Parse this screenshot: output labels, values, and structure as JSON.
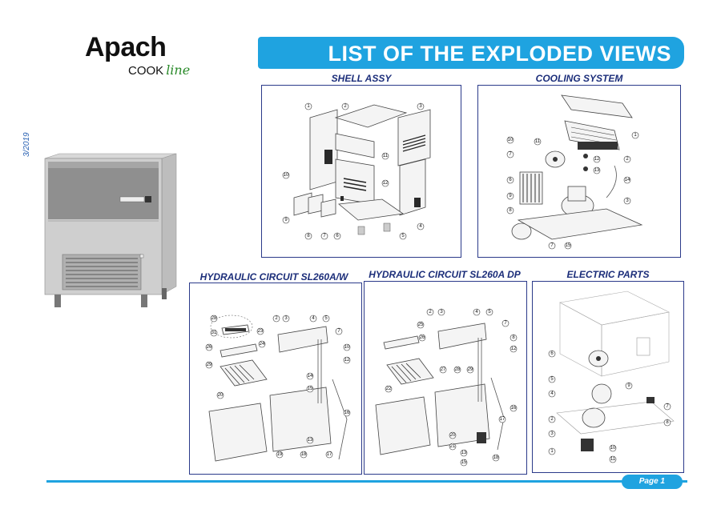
{
  "brand": {
    "name": "Apach",
    "line_a": "COOK",
    "line_b": "line"
  },
  "date_stamp": "3/2019",
  "header": {
    "title": "LIST OF THE EXPLODED VIEWS"
  },
  "sections": [
    {
      "label": "SHELL ASSY"
    },
    {
      "label": "COOLING SYSTEM"
    },
    {
      "label": "HYDRAULIC  CIRCUIT  SL260A/W"
    },
    {
      "label": "HYDRAULIC CIRCUIT SL260A DP"
    },
    {
      "label": "ELECTRIC PARTS"
    }
  ],
  "footer": {
    "page": "Page 1"
  },
  "colors": {
    "accent": "#1fa3e0",
    "label": "#1c2e7a"
  }
}
